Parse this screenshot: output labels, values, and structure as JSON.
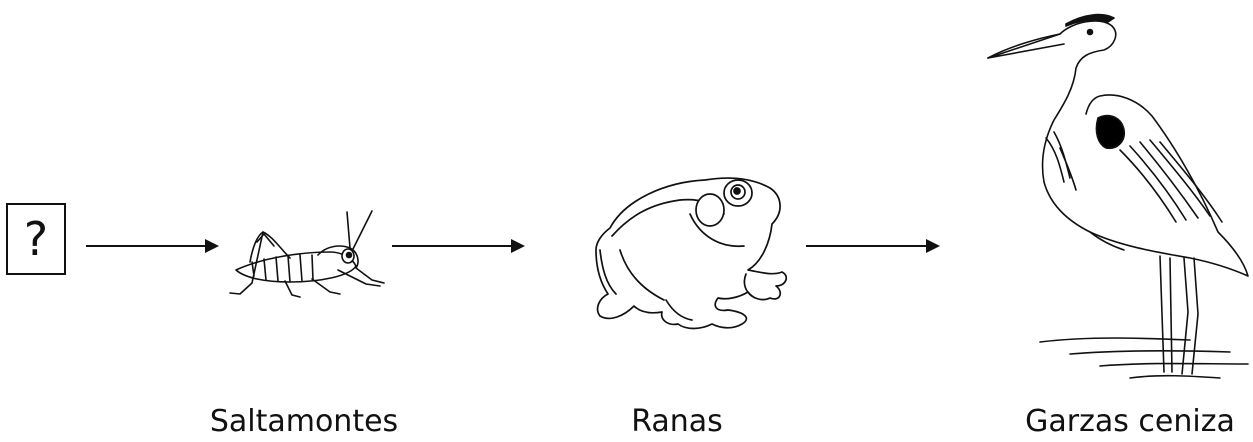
{
  "unknown_box": {
    "symbol": "?"
  },
  "organisms": [
    {
      "id": "grasshopper",
      "label": "Saltamontes",
      "icon": "grasshopper-icon"
    },
    {
      "id": "frog",
      "label": "Ranas",
      "icon": "frog-icon"
    },
    {
      "id": "heron",
      "label": "Garzas ceniza",
      "icon": "heron-icon"
    }
  ],
  "colors": {
    "ink": "#111111",
    "heron_patch": "#000000",
    "background": "#ffffff"
  }
}
